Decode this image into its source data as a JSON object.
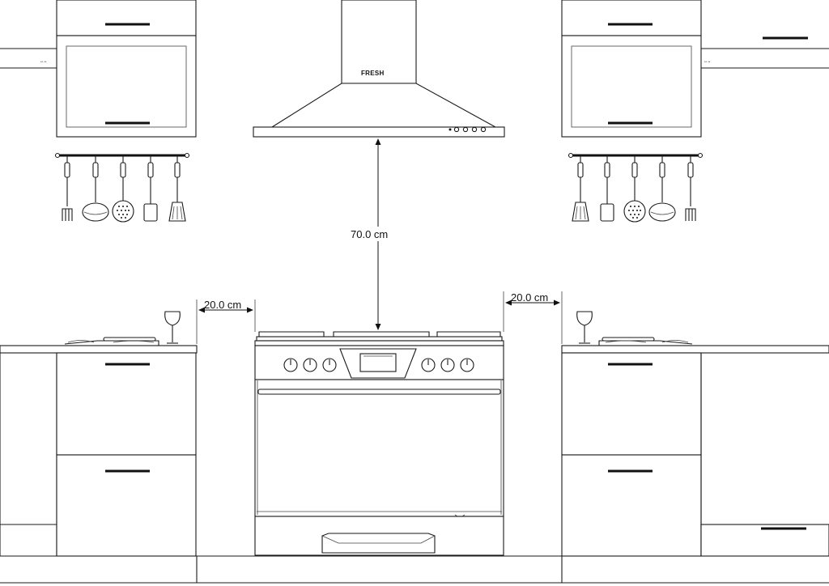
{
  "brand": "FRESH",
  "dimensions": {
    "hood_height": "70.0 cm",
    "left_gap": "20.0 cm",
    "right_gap": "20.0 cm"
  },
  "labels": {
    "left_cabinet_small": "** **",
    "right_cabinet_small": "** **"
  }
}
